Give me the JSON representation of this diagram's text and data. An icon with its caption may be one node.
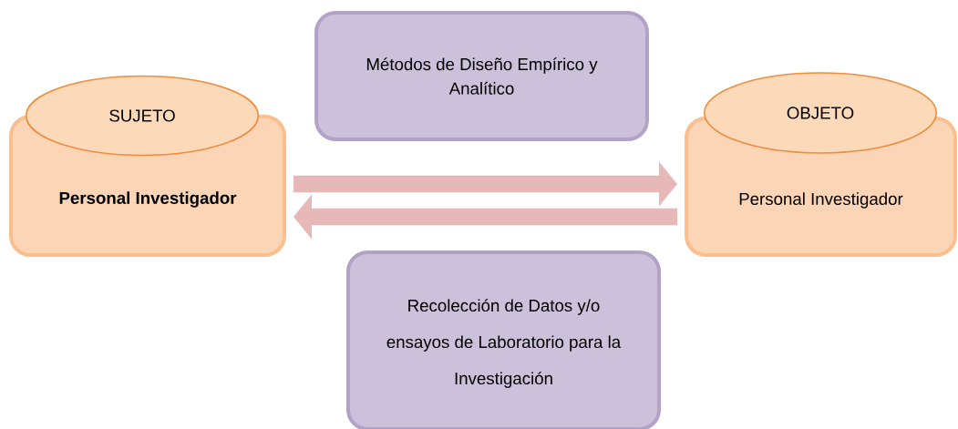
{
  "diagram": {
    "nodes": [
      {
        "text": [
          "Métodos de Diseño Empírico y Analítico"
        ]
      },
      {
        "text": [
          "SUJETO"
        ]
      },
      {
        "text": [
          "Personal Investigador"
        ]
      },
      {
        "text": [
          "OBJETO"
        ]
      },
      {
        "text": [
          "Personal Investigador"
        ]
      },
      {
        "text": [
          "Recolección de Datos y/o ensayos de Laboratorio para la Investigación"
        ]
      }
    ],
    "edges": [
      {
        "from": 2,
        "to": 4,
        "arrow": "to"
      },
      {
        "from": 4,
        "to": 2,
        "arrow": "to"
      }
    ]
  }
}
